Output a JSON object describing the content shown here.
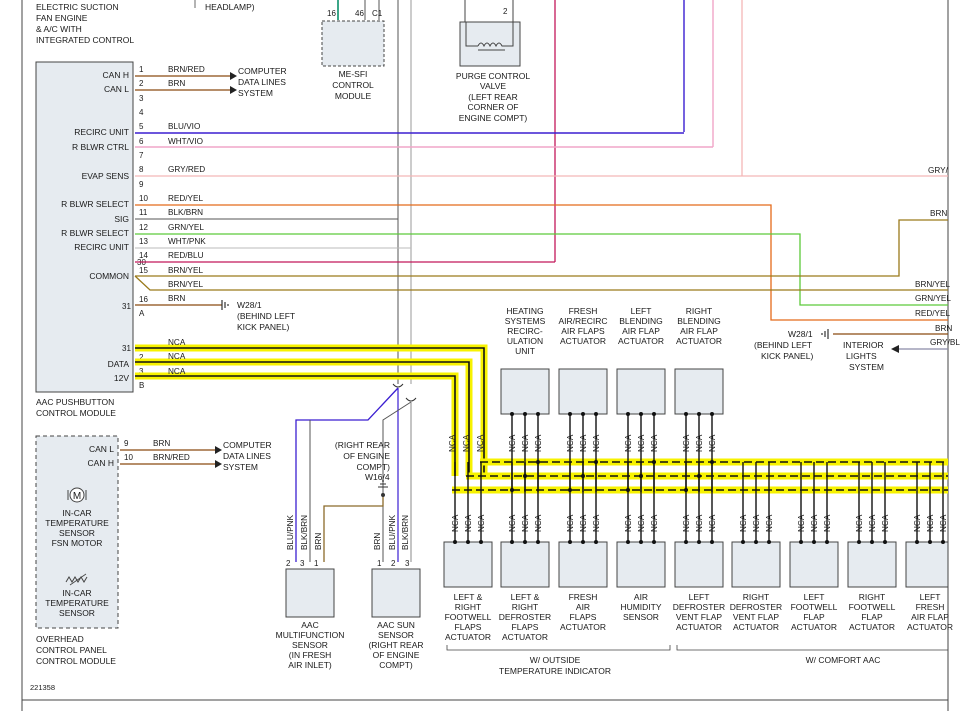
{
  "top": {
    "pcm_title": [
      "ELECTRIC SUCTION",
      "FAN ENGINE",
      "& A/C WITH",
      "INTEGRATED CONTROL"
    ],
    "headlamp": "HEADLAMP)",
    "mesfi_pins": [
      "16",
      "46",
      "C1"
    ],
    "mesfi_label": [
      "ME-SFI",
      "CONTROL",
      "MODULE"
    ],
    "purge_pin": "2",
    "purge_label": [
      "PURGE CONTROL",
      "VALVE",
      "(LEFT REAR",
      "CORNER OF",
      "ENGINE COMPT)"
    ]
  },
  "aac": {
    "signals": [
      "CAN H",
      "CAN L",
      "RECIRC UNIT",
      "R BLWR CTRL",
      "EVAP SENS",
      "R BLWR SELECT",
      "SIG",
      "R BLWR SELECT",
      "RECIRC UNIT",
      "COMMON",
      "DATA",
      "12V"
    ],
    "pins": [
      "1",
      "2",
      "3",
      "4",
      "5",
      "6",
      "7",
      "8",
      "9",
      "10",
      "11",
      "12",
      "13",
      "30",
      "14",
      "15",
      "31",
      "16",
      "A",
      "31",
      "2",
      "3",
      "B"
    ],
    "wires": [
      "BRN/RED",
      "BRN",
      "BLU/VIO",
      "WHT/VIO",
      "GRY/RED",
      "RED/YEL",
      "BLK/BRN",
      "GRN/YEL",
      "WHT/PNK",
      "RED/BLU",
      "BRN/YEL",
      "BRN/YEL",
      "BRN",
      "NCA",
      "NCA",
      "NCA"
    ],
    "cdl": [
      "COMPUTER",
      "DATA LINES",
      "SYSTEM"
    ],
    "ground": "W28/1",
    "ground_loc": [
      "(BEHIND LEFT",
      "KICK PANEL)"
    ],
    "module_name": [
      "AAC PUSHBUTTON",
      "CONTROL MODULE"
    ]
  },
  "right_edge": {
    "wires": [
      "GRY/",
      "BRN",
      "BRN/YEL",
      "GRN/YEL",
      "RED/YEL",
      "BRN",
      "GRY/BL"
    ],
    "ground": "W28/1",
    "ground_loc": [
      "(BEHIND LEFT",
      "KICK PANEL)"
    ],
    "interior": [
      "INTERIOR",
      "LIGHTS",
      "SYSTEM"
    ]
  },
  "overhead": {
    "signals": [
      "CAN L",
      "CAN H"
    ],
    "pins": [
      "9",
      "10"
    ],
    "wires": [
      "BRN",
      "BRN/RED"
    ],
    "cdl": [
      "COMPUTER",
      "DATA LINES",
      "SYSTEM"
    ],
    "motor_symbol": "M",
    "fsn": [
      "IN-CAR",
      "TEMPERATURE",
      "SENSOR",
      "FSN MOTOR"
    ],
    "temp": [
      "IN-CAR",
      "TEMPERATURE",
      "SENSOR"
    ],
    "name": [
      "OVERHEAD",
      "CONTROL PANEL",
      "CONTROL MODULE"
    ]
  },
  "center": {
    "ground_loc": [
      "(RIGHT REAR",
      "OF ENGINE",
      "COMPT)"
    ],
    "ground": "W16/4",
    "mf_wires": [
      "BLU/PNK",
      "BLK/BRN",
      "BRN"
    ],
    "mf_pins": [
      "2",
      "3",
      "1"
    ],
    "mf_label": [
      "AAC",
      "MULTIFUNCTION",
      "SENSOR",
      "(IN FRESH",
      "AIR INLET)"
    ],
    "sun_wires": [
      "BRN",
      "BLU/PNK",
      "BLK/BRN"
    ],
    "sun_pins": [
      "1",
      "2",
      "3"
    ],
    "sun_label": [
      "AAC SUN",
      "SENSOR",
      "(RIGHT REAR",
      "OF ENGINE",
      "COMPT)"
    ]
  },
  "actuators": {
    "nca": "NCA",
    "top_labels": [
      [
        "HEATING",
        "SYSTEMS",
        "RECIRC-",
        "ULATION",
        "UNIT"
      ],
      [
        "FRESH",
        "AIR/RECIRC",
        "AIR FLAPS",
        "ACTUATOR"
      ],
      [
        "LEFT",
        "BLENDING",
        "AIR FLAP",
        "ACTUATOR"
      ],
      [
        "RIGHT",
        "BLENDING",
        "AIR FLAP",
        "ACTUATOR"
      ]
    ],
    "bottom_labels": [
      [
        "LEFT &",
        "RIGHT",
        "FOOTWELL",
        "FLAPS",
        "ACTUATOR"
      ],
      [
        "LEFT &",
        "RIGHT",
        "DEFROSTER",
        "FLAPS",
        "ACTUATOR"
      ],
      [
        "FRESH",
        "AIR",
        "FLAPS",
        "ACTUATOR"
      ],
      [
        "AIR",
        "HUMIDITY",
        "SENSOR"
      ],
      [
        "LEFT",
        "DEFROSTER",
        "VENT FLAP",
        "ACTUATOR"
      ],
      [
        "RIGHT",
        "DEFROSTER",
        "VENT FLAP",
        "ACTUATOR"
      ],
      [
        "LEFT",
        "FOOTWELL",
        "FLAP",
        "ACTUATOR"
      ],
      [
        "RIGHT",
        "FOOTWELL",
        "FLAP",
        "ACTUATOR"
      ],
      [
        "LEFT",
        "FRESH",
        "AIR FLAP",
        "ACTUATOR"
      ]
    ],
    "group_outside": [
      "W/ OUTSIDE",
      "TEMPERATURE INDICATOR"
    ],
    "group_comfort": "W/ COMFORT AAC"
  },
  "figure_id": "221358"
}
